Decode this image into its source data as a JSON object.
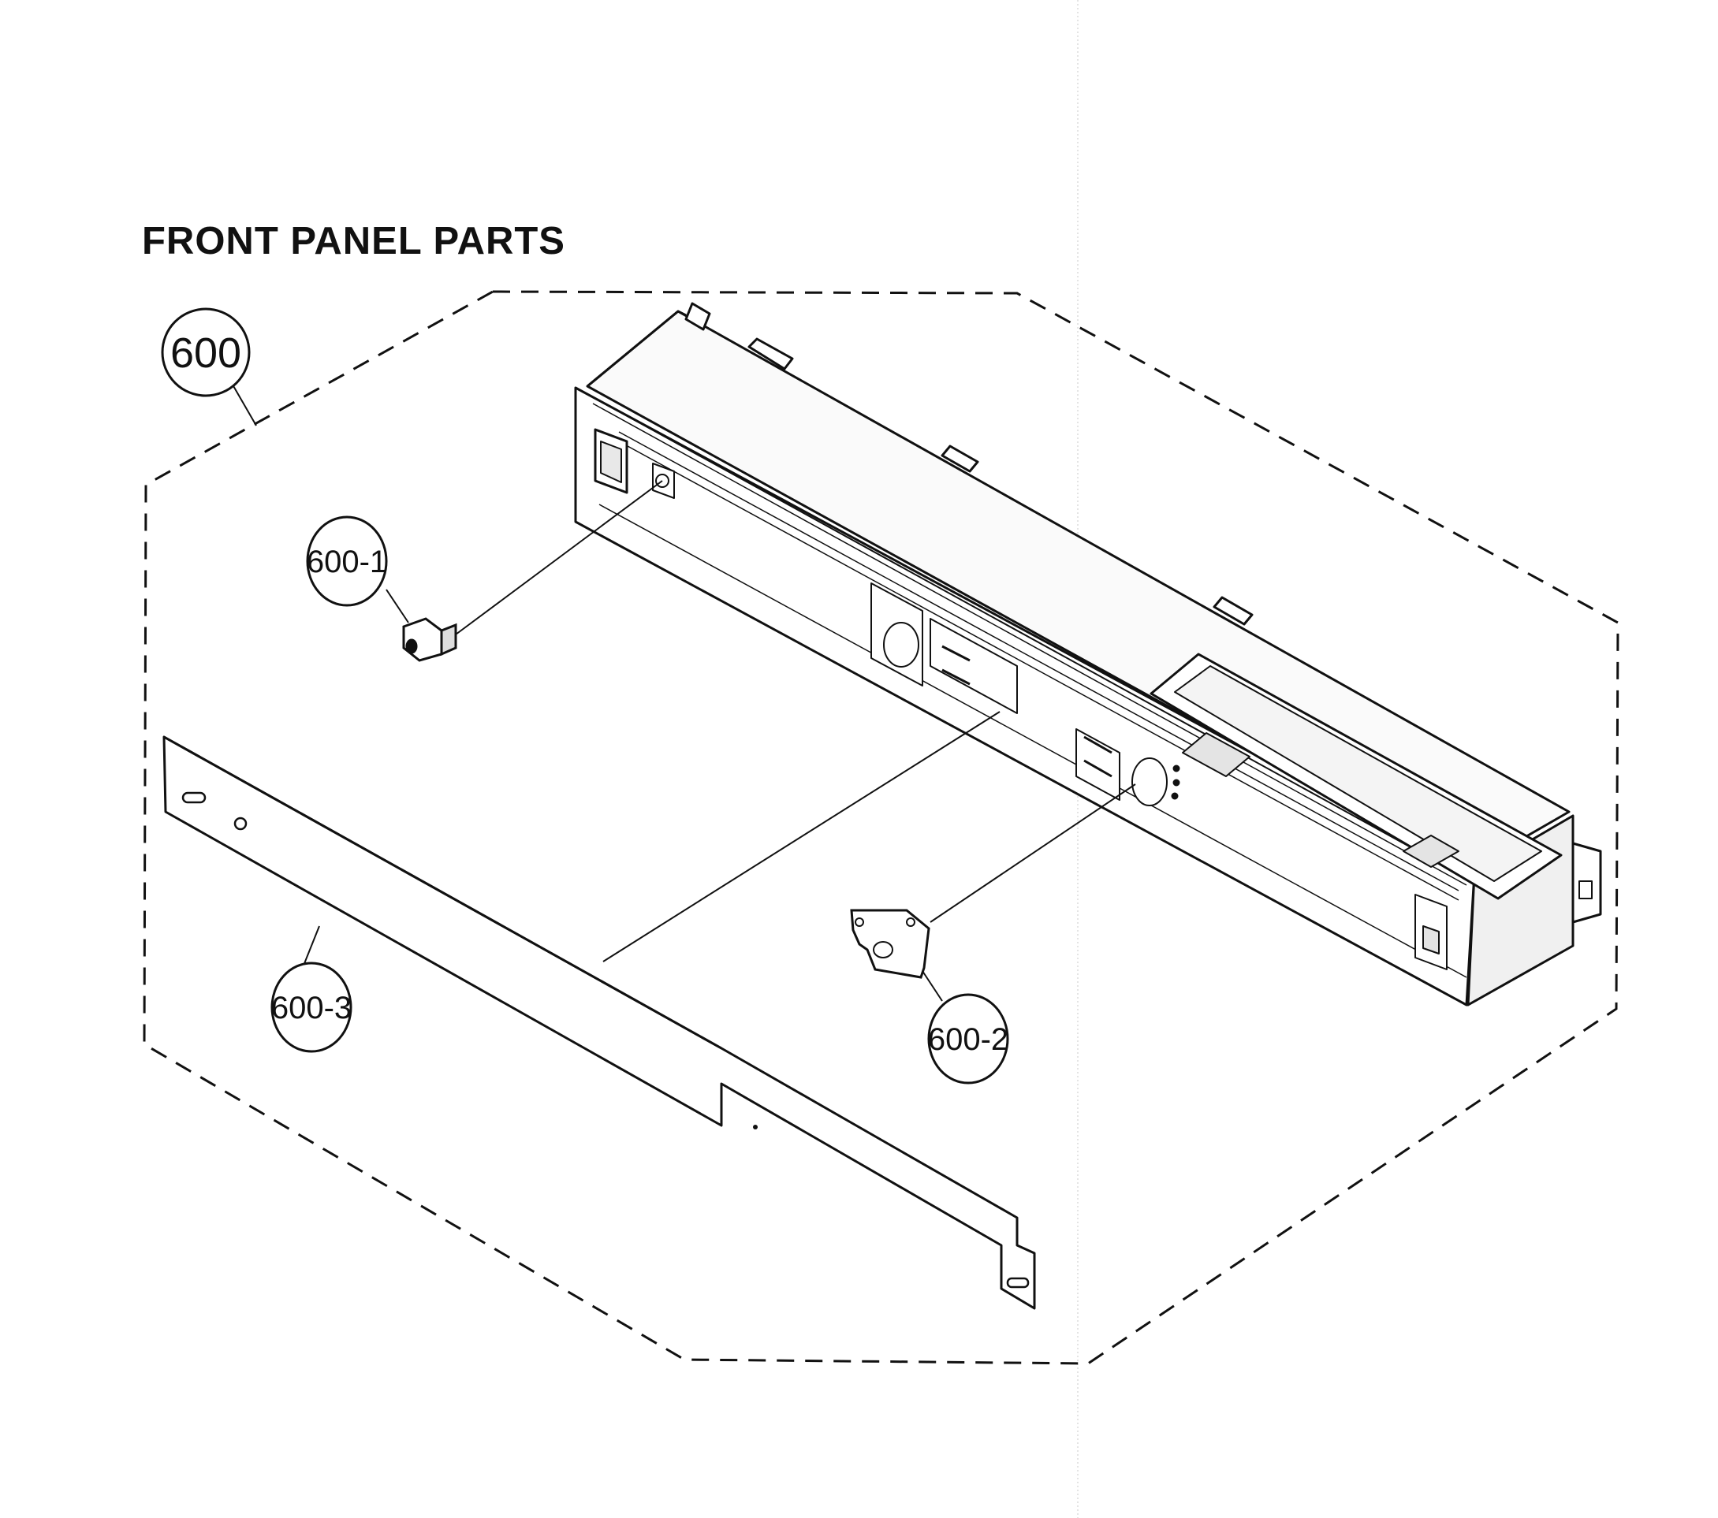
{
  "title": "FRONT PANEL PARTS",
  "callouts": {
    "assembly": "600",
    "knob": "600-1",
    "bracket": "600-2",
    "trim": "600-3"
  },
  "colors": {
    "line": "#111111",
    "fill": "#ffffff",
    "shade": "#d9d9d9"
  }
}
